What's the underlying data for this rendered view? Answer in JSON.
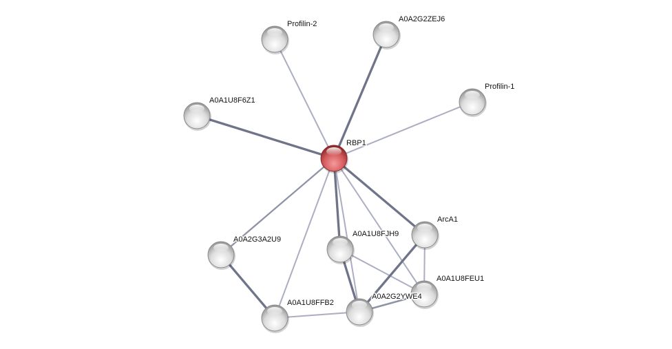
{
  "network": {
    "nodes": [
      {
        "id": "RBP1",
        "label": "RBP1",
        "query": true,
        "color": "#d9585c"
      },
      {
        "id": "Profilin-2",
        "label": "Profilin-2",
        "query": false,
        "color": "#e8e8e8"
      },
      {
        "id": "A0A2G2ZEJ6",
        "label": "A0A2G2ZEJ6",
        "query": false,
        "color": "#e8e8e8"
      },
      {
        "id": "Profilin-1",
        "label": "Profilin-1",
        "query": false,
        "color": "#e8e8e8"
      },
      {
        "id": "A0A1U8F6Z1",
        "label": "A0A1U8F6Z1",
        "query": false,
        "color": "#e8e8e8"
      },
      {
        "id": "A0A2G3A2U9",
        "label": "A0A2G3A2U9",
        "query": false,
        "color": "#e8e8e8"
      },
      {
        "id": "A0A1U8FJH9",
        "label": "A0A1U8FJH9",
        "query": false,
        "color": "#e8e8e8"
      },
      {
        "id": "ArcA1",
        "label": "ArcA1",
        "query": false,
        "color": "#e8e8e8"
      },
      {
        "id": "A0A1U8FEU1",
        "label": "A0A1U8FEU1",
        "query": false,
        "color": "#e8e8e8"
      },
      {
        "id": "A0A2G2YWE4",
        "label": "A0A2G2YWE4",
        "query": false,
        "color": "#e8e8e8"
      },
      {
        "id": "A0A1U8FFB2",
        "label": "A0A1U8FFB2",
        "query": false,
        "color": "#e8e8e8"
      }
    ],
    "edges": [
      {
        "from": "RBP1",
        "to": "Profilin-2",
        "confidence": 0.4
      },
      {
        "from": "RBP1",
        "to": "A0A2G2ZEJ6",
        "confidence": 0.9
      },
      {
        "from": "RBP1",
        "to": "Profilin-1",
        "confidence": 0.4
      },
      {
        "from": "RBP1",
        "to": "A0A1U8F6Z1",
        "confidence": 0.9
      },
      {
        "from": "RBP1",
        "to": "A0A2G3A2U9",
        "confidence": 0.5
      },
      {
        "from": "RBP1",
        "to": "A0A1U8FFB2",
        "confidence": 0.4
      },
      {
        "from": "RBP1",
        "to": "A0A1U8FJH9",
        "confidence": 0.9
      },
      {
        "from": "RBP1",
        "to": "A0A2G2YWE4",
        "confidence": 0.4
      },
      {
        "from": "RBP1",
        "to": "A0A1U8FEU1",
        "confidence": 0.4
      },
      {
        "from": "RBP1",
        "to": "ArcA1",
        "confidence": 0.9
      },
      {
        "from": "A0A2G3A2U9",
        "to": "A0A1U8FFB2",
        "confidence": 0.9
      },
      {
        "from": "A0A1U8FFB2",
        "to": "A0A2G2YWE4",
        "confidence": 0.4
      },
      {
        "from": "A0A1U8FJH9",
        "to": "A0A2G2YWE4",
        "confidence": 0.9
      },
      {
        "from": "A0A1U8FJH9",
        "to": "A0A1U8FEU1",
        "confidence": 0.4
      },
      {
        "from": "ArcA1",
        "to": "A0A2G2YWE4",
        "confidence": 0.9
      },
      {
        "from": "ArcA1",
        "to": "A0A1U8FEU1",
        "confidence": 0.4
      },
      {
        "from": "A0A2G2YWE4",
        "to": "A0A1U8FEU1",
        "confidence": 0.6
      }
    ]
  }
}
